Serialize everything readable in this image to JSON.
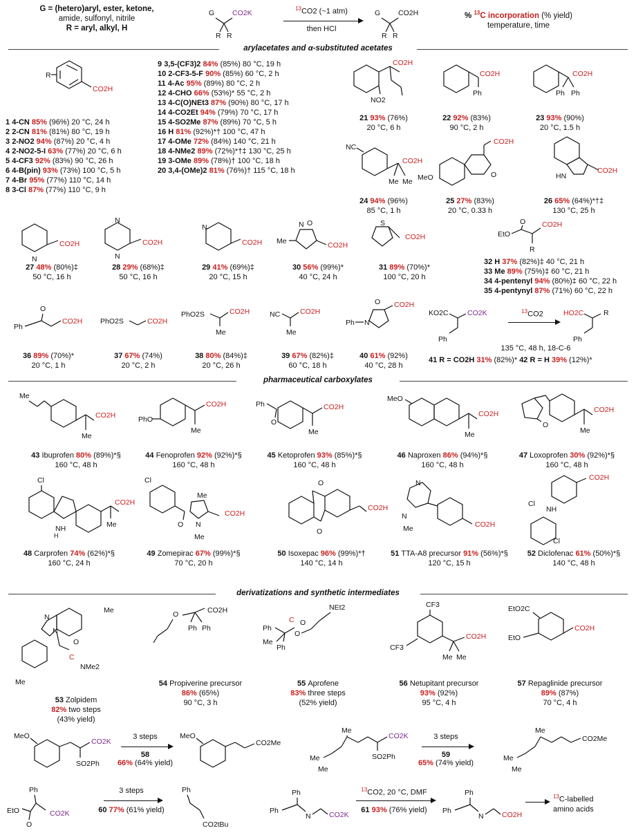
{
  "header": {
    "g_line1": "G = (hetero)aryl, ester, ketone,",
    "g_line2": "amide, sulfonyl, nitrile",
    "r_line": "R = aryl, alkyl, H",
    "reagent": "13CO2 (~1 atm)",
    "reagent_iso": "13",
    "reagent_rest": "CO2 (~1 atm)",
    "then": "then HCl",
    "legend_pct": "% 13C incorporation",
    "legend_pre": "% ",
    "legend_iso": "13",
    "legend_red": "C incorporation",
    "legend_yield": " (% yield)",
    "legend_line2": "temperature, time",
    "sm_left": "G",
    "sm_co2k": "CO2K",
    "prod_co2h": "CO2H",
    "r_label": "R"
  },
  "sections": {
    "s1": "arylacetates and α-substituted acetates",
    "s2": "pharmaceutical carboxylates",
    "s3": "derivatizations and synthetic intermediates"
  },
  "list_left": [
    {
      "num": "1",
      "sub": "4-CN",
      "pct": "85%",
      "rest": "(96%) 20 °C, 24 h"
    },
    {
      "num": "2",
      "sub": "2-CN",
      "pct": "81%",
      "rest": "(81%) 80 °C, 19 h"
    },
    {
      "num": "3",
      "sub": "2-NO2",
      "pct": "94%",
      "rest": "(87%) 20 °C, 4 h"
    },
    {
      "num": "4",
      "sub": "2-NO2-5-I",
      "pct": "63%",
      "rest": "(77%) 20 °C, 6 h"
    },
    {
      "num": "5",
      "sub": "4-CF3",
      "pct": "92%",
      "rest": "(83%) 90 °C, 26 h"
    },
    {
      "num": "6",
      "sub": "4-B(pin)",
      "pct": "93%",
      "rest": "(73%) 100 °C, 5 h"
    },
    {
      "num": "7",
      "sub": "4-Br",
      "pct": "95%",
      "rest": "(77%) 110 °C, 14 h"
    },
    {
      "num": "8",
      "sub": "3-Cl",
      "pct": "87%",
      "rest": "(77%) 110 °C, 9 h"
    }
  ],
  "list_mid": [
    {
      "num": "9",
      "sub": "3,5-(CF3)2",
      "pct": "84%",
      "rest": "(85%) 80 °C, 19 h"
    },
    {
      "num": "10",
      "sub": "2-CF3-5-F",
      "pct": "90%",
      "rest": "(85%) 60 °C, 2 h"
    },
    {
      "num": "11",
      "sub": "4-Ac",
      "pct": "95%",
      "rest": "(89%) 80 °C, 2 h"
    },
    {
      "num": "12",
      "sub": "4-CHO",
      "pct": "66%",
      "rest": "(53%)* 55 °C, 2 h"
    },
    {
      "num": "13",
      "sub": "4-C(O)NEt3",
      "pct": "87%",
      "rest": "(90%) 80 °C, 17 h"
    },
    {
      "num": "14",
      "sub": "4-CO2Et",
      "pct": "94%",
      "rest": "(79%) 70 °C, 17 h"
    },
    {
      "num": "15",
      "sub": "4-SO2Me",
      "pct": "87%",
      "rest": "(89%) 70 °C, 5 h"
    },
    {
      "num": "16",
      "sub": "H",
      "pct": "81%",
      "rest": "(92%)*† 100 °C, 47 h"
    },
    {
      "num": "17",
      "sub": "4-OMe",
      "pct": "72%",
      "rest": "(84%) 140 °C, 21 h"
    },
    {
      "num": "18",
      "sub": "4-NMe2",
      "pct": "89%",
      "rest": "(72%)*†‡ 130 °C, 25 h"
    },
    {
      "num": "19",
      "sub": "3-OMe",
      "pct": "89%",
      "rest": "(78%)† 100 °C, 18 h"
    },
    {
      "num": "20",
      "sub": "3,4-(OMe)2",
      "pct": "81%",
      "rest": "(76%)† 115 °C, 18 h"
    }
  ],
  "compounds_row1": [
    {
      "num": "21",
      "pct": "93%",
      "rest": "(76%)",
      "cond": "20 °C, 6 h"
    },
    {
      "num": "22",
      "pct": "92%",
      "rest": "(83%)",
      "cond": "90 °C, 2 h"
    },
    {
      "num": "23",
      "pct": "93%",
      "rest": "(90%)",
      "cond": "20 °C, 1.5 h"
    },
    {
      "num": "24",
      "pct": "94%",
      "rest": "(96%)",
      "cond": "85 °C, 1 h"
    },
    {
      "num": "25",
      "pct": "27%",
      "rest": "(83%)",
      "cond": "20 °C, 0.33 h"
    },
    {
      "num": "26",
      "pct": "65%",
      "rest": "(64%)*†‡",
      "cond": "130 °C, 25 h"
    }
  ],
  "compounds_row2": [
    {
      "num": "27",
      "pct": "48%",
      "rest": "(80%)‡",
      "cond": "50 °C, 16 h"
    },
    {
      "num": "28",
      "pct": "29%",
      "rest": "(68%)‡",
      "cond": "50 °C, 16 h"
    },
    {
      "num": "29",
      "pct": "41%",
      "rest": "(69%)‡",
      "cond": "20 °C, 15 h"
    },
    {
      "num": "30",
      "pct": "56%",
      "rest": "(99%)*",
      "cond": "40 °C, 24 h"
    },
    {
      "num": "31",
      "pct": "89%",
      "rest": "(70%)*",
      "cond": "100 °C, 20 h"
    }
  ],
  "list_right2": [
    {
      "num": "32",
      "sub": "H",
      "pct": "37%",
      "rest": "(82%)‡ 40 °C, 21 h"
    },
    {
      "num": "33",
      "sub": "Me",
      "pct": "89%",
      "rest": "(75%)‡ 60 °C, 21 h"
    },
    {
      "num": "34",
      "sub": "4-pentenyl",
      "pct": "94%",
      "rest": "(80%)‡ 60 °C, 22 h"
    },
    {
      "num": "35",
      "sub": "4-pentynyl",
      "pct": "87%",
      "rest": "(71%) 60 °C, 22 h"
    }
  ],
  "compounds_row3": [
    {
      "num": "36",
      "pct": "89%",
      "rest": "(70%)*",
      "cond": "20 °C, 1 h"
    },
    {
      "num": "37",
      "pct": "67%",
      "rest": "(74%)",
      "cond": "20 °C, 2 h"
    },
    {
      "num": "38",
      "pct": "80%",
      "rest": "(84%)‡",
      "cond": "20 °C, 26 h"
    },
    {
      "num": "39",
      "pct": "67%",
      "rest": "(82%)‡",
      "cond": "60 °C, 18 h"
    },
    {
      "num": "40",
      "pct": "61%",
      "rest": "(92%)",
      "cond": "40 °C, 28 h"
    }
  ],
  "scheme41": {
    "reagent_iso": "13",
    "reagent_rest": "CO2",
    "cond": "135 °C, 48 h, 18-C-6",
    "c41": {
      "num": "41",
      "label": "R = CO2H",
      "pct": "31%",
      "rest": "(82%)*"
    },
    "c42": {
      "num": "42",
      "label": "R = H",
      "pct": "39%",
      "rest": "(12%)*"
    }
  },
  "pharma_row1": [
    {
      "num": "43",
      "name": "Ibuprofen",
      "pct": "80%",
      "rest": "(89%)*§",
      "cond": "160 °C, 48 h"
    },
    {
      "num": "44",
      "name": "Fenoprofen",
      "pct": "92%",
      "rest": "(92%)*§",
      "cond": "160 °C, 48 h"
    },
    {
      "num": "45",
      "name": "Ketoprofen",
      "pct": "93%",
      "rest": "(85%)*§",
      "cond": "160 °C, 48 h"
    },
    {
      "num": "46",
      "name": "Naproxen",
      "pct": "86%",
      "rest": "(94%)*§",
      "cond": "160 °C, 48 h"
    },
    {
      "num": "47",
      "name": "Loxoprofen",
      "pct": "30%",
      "rest": "(92%)*§",
      "cond": "160 °C, 48 h"
    }
  ],
  "pharma_row2": [
    {
      "num": "48",
      "name": "Carprofen",
      "pct": "74%",
      "rest": "(62%)*§",
      "cond": "160 °C, 24 h"
    },
    {
      "num": "49",
      "name": "Zomepirac",
      "pct": "67%",
      "rest": "(99%)*§",
      "cond": "70 °C, 20 h"
    },
    {
      "num": "50",
      "name": "Isoxepac",
      "pct": "96%",
      "rest": "(99%)*†",
      "cond": "140 °C, 14 h"
    },
    {
      "num": "51",
      "name": "TTA-A8 precursor",
      "pct": "91%",
      "rest": "(56%)*§",
      "cond": "120 °C, 15 h"
    },
    {
      "num": "52",
      "name": "Diclofenac",
      "pct": "61%",
      "rest": "(50%)*§",
      "cond": "140 °C, 48 h"
    }
  ],
  "deriv_row1": [
    {
      "num": "53",
      "name": "Zolpidem",
      "line2_red": "82%",
      "line2_rest": " two steps",
      "line3": "(43% yield)"
    },
    {
      "num": "54",
      "name": "Propiverine precursor",
      "line2_red": "86%",
      "line2_rest": " (65%)",
      "line3": "90 °C, 3 h"
    },
    {
      "num": "55",
      "name": "Aprofene",
      "line2_red": "83%",
      "line2_rest": " three steps",
      "line3": "(52% yield)"
    },
    {
      "num": "56",
      "name": "Netupitant precursor",
      "line2_red": "93%",
      "line2_rest": " (92%)",
      "line3": "95 °C, 4 h"
    },
    {
      "num": "57",
      "name": "Repaglinide precursor",
      "line2_red": "89%",
      "line2_rest": " (87%)",
      "line3": "70 °C, 4 h"
    }
  ],
  "scheme58": {
    "steps": "3 steps",
    "num": "58",
    "pct": "66%",
    "rest": "(64% yield)"
  },
  "scheme59": {
    "steps": "3 steps",
    "num": "59",
    "pct": "65%",
    "rest": "(74% yield)"
  },
  "scheme60": {
    "steps": "3 steps",
    "num": "60",
    "pct": "77%",
    "rest": "(61% yield)"
  },
  "scheme61": {
    "reagent_iso": "13",
    "reagent_rest": "CO2, 20 °C, DMF",
    "num": "61",
    "pct": "93%",
    "rest": "(76% yield)",
    "result_iso": "13",
    "result_rest": "C-labelled",
    "result_line2": "amino acids"
  },
  "labels": {
    "co2h": "CO2H",
    "co2k": "CO2K",
    "co2me": "CO2Me",
    "co2tbu": "CO2tBu",
    "me": "Me",
    "ph": "Ph",
    "r": "R",
    "nc": "NC",
    "no2": "NO2",
    "meo": "MeO",
    "cl": "Cl",
    "o": "O",
    "n": "N",
    "nh": "NH",
    "hn": "HN",
    "eto": "EtO",
    "ko2c": "KO2C",
    "ho2c": "HO2C",
    "pho2s": "PhO2S",
    "phso2": "PhO2S",
    "s": "S",
    "net2": "NEt2",
    "nme2": "NMe2",
    "cf3": "CF3",
    "eto2c": "EtO2C",
    "so2ph": "SO2Ph",
    "pho": "PhO",
    "h": "H",
    "c13": "C"
  },
  "colors": {
    "accent": "#c81e1e",
    "label": "#7a2a8a",
    "text": "#111111"
  }
}
